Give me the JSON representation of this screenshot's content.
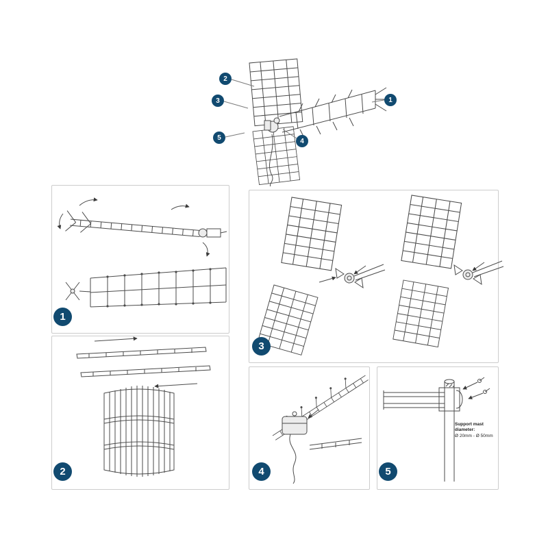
{
  "colors": {
    "background": "#ffffff",
    "badge_bg": "#114a70",
    "badge_text": "#ffffff",
    "art_stroke": "#4a4a4a",
    "panel_border": "#cccccc"
  },
  "overview": {
    "callouts": [
      {
        "label": "1"
      },
      {
        "label": "2"
      },
      {
        "label": "3"
      },
      {
        "label": "4"
      },
      {
        "label": "5"
      }
    ]
  },
  "steps": [
    {
      "number": "1"
    },
    {
      "number": "2"
    },
    {
      "number": "3"
    },
    {
      "number": "4"
    },
    {
      "number": "5",
      "note_line1": "Support mast diameter:",
      "note_line2": "Ø 20mm - Ø 50mm"
    }
  ]
}
